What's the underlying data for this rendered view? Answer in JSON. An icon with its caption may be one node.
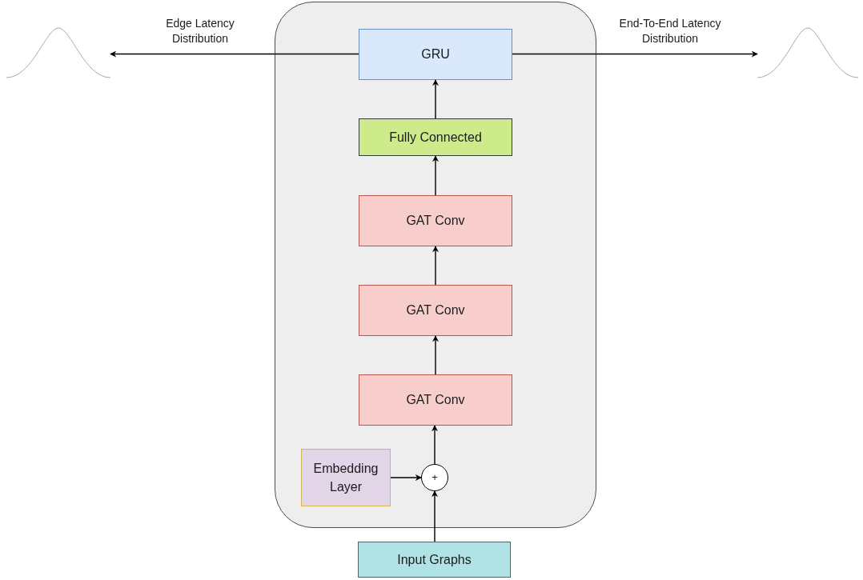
{
  "diagram": {
    "nodes": [
      {
        "text": [],
        "shape": "box"
      },
      {
        "text": [
          "GRU"
        ],
        "in": 0
      },
      {
        "text": [
          "Fully Connected"
        ],
        "in": 0
      },
      {
        "text": [
          "GAT Conv"
        ],
        "in": 0
      },
      {
        "text": [
          "GAT Conv"
        ],
        "in": 0
      },
      {
        "text": [
          "GAT Conv"
        ],
        "in": 0
      },
      {
        "text": [
          "Embedding Layer"
        ],
        "in": 0
      },
      {
        "text": [
          "+"
        ],
        "in": 0
      },
      {
        "text": [
          "Input Graphs"
        ]
      },
      {
        "text": [],
        "shape": "picture"
      },
      {
        "text": [],
        "shape": "picture"
      }
    ],
    "edges": [
      {
        "from": 1,
        "to": 9,
        "arrow": "to",
        "label": "Edge Latency Distribution"
      },
      {
        "from": 1,
        "to": 10,
        "arrow": "to",
        "label": "End-To-End Latency Distribution"
      },
      {
        "from": 2,
        "to": 1,
        "arrow": "to"
      },
      {
        "from": 3,
        "to": 2,
        "arrow": "to"
      },
      {
        "from": 4,
        "to": 3,
        "arrow": "to"
      },
      {
        "from": 5,
        "to": 4,
        "arrow": "to"
      },
      {
        "from": 7,
        "to": 5,
        "arrow": "to"
      },
      {
        "from": 6,
        "to": 7,
        "arrow": "to"
      },
      {
        "from": 8,
        "to": 7,
        "arrow": "to"
      }
    ]
  }
}
